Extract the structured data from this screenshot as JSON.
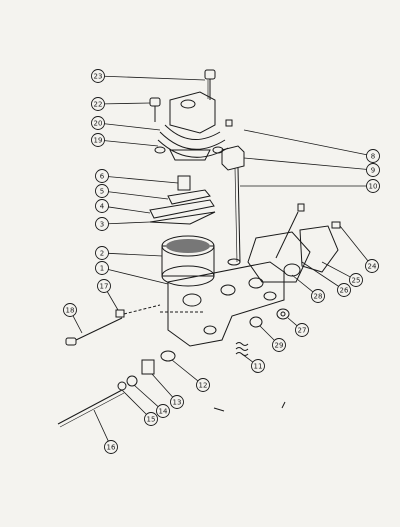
{
  "diagram": {
    "callouts": [
      {
        "id": "c23",
        "label": "23"
      },
      {
        "id": "c22",
        "label": "22"
      },
      {
        "id": "c20",
        "label": "20"
      },
      {
        "id": "c19",
        "label": "19"
      },
      {
        "id": "c8",
        "label": "8"
      },
      {
        "id": "c9",
        "label": "9"
      },
      {
        "id": "c10",
        "label": "10"
      },
      {
        "id": "c6",
        "label": "6"
      },
      {
        "id": "c5",
        "label": "5"
      },
      {
        "id": "c4",
        "label": "4"
      },
      {
        "id": "c3",
        "label": "3"
      },
      {
        "id": "c2",
        "label": "2"
      },
      {
        "id": "c1",
        "label": "1"
      },
      {
        "id": "c17",
        "label": "17"
      },
      {
        "id": "c18",
        "label": "18"
      },
      {
        "id": "c24",
        "label": "24"
      },
      {
        "id": "c25",
        "label": "25"
      },
      {
        "id": "c26",
        "label": "26"
      },
      {
        "id": "c28",
        "label": "28"
      },
      {
        "id": "c27",
        "label": "27"
      },
      {
        "id": "c29",
        "label": "29"
      },
      {
        "id": "c11",
        "label": "11"
      },
      {
        "id": "c12",
        "label": "12"
      },
      {
        "id": "c13",
        "label": "13"
      },
      {
        "id": "c14",
        "label": "14"
      },
      {
        "id": "c15",
        "label": "15"
      },
      {
        "id": "c16",
        "label": "16"
      }
    ]
  }
}
